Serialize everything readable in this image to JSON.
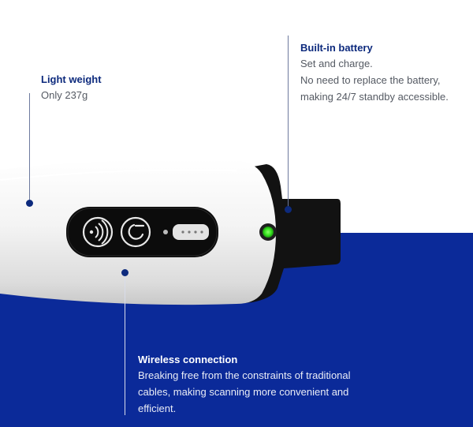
{
  "colors": {
    "accent_blue": "#0b2a99",
    "title_blue": "#0d2a7d",
    "text_gray": "#555a63",
    "led_green": "#35e51e",
    "device_white": "#f7f7f7",
    "device_black": "#111111"
  },
  "features": {
    "light_weight": {
      "title": "Light weight",
      "desc_1": "Only 237g"
    },
    "battery": {
      "title": "Built-in battery",
      "desc_1": "Set and charge.",
      "desc_2": "No need to replace the battery,",
      "desc_3": "making 24/7 standby accessible."
    },
    "wireless": {
      "title": "Wireless connection",
      "desc_1": "Breaking free from the constraints of traditional",
      "desc_2": "cables, making scanning more convenient and",
      "desc_3": "efficient."
    }
  },
  "device": {
    "icons": [
      "wireless-signal-icon",
      "power-icon",
      "charging-port-icon"
    ],
    "status_led": "on"
  }
}
